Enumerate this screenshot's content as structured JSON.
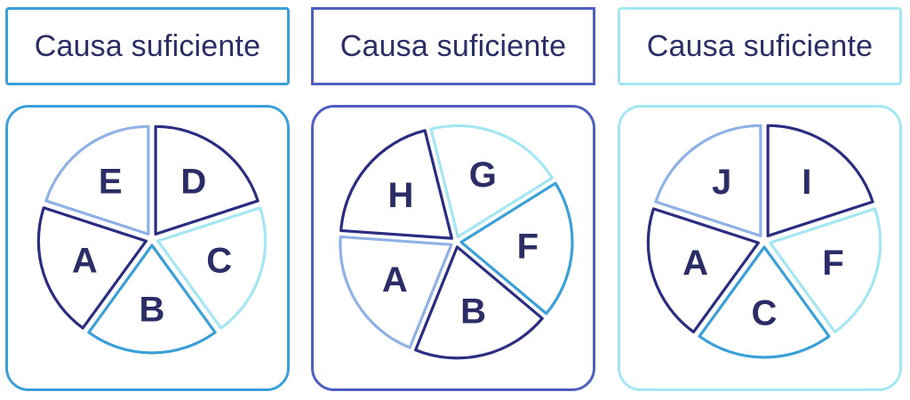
{
  "colors": {
    "text": "#2b2d66",
    "navy": "#2b2d80",
    "blue": "#3ca0d8",
    "light_blue": "#a4e6f2",
    "periwinkle": "#8fb1e6",
    "indigo": "#4f5fbf"
  },
  "panels": [
    {
      "title": "Causa suficiente",
      "border_color": "#3ca0d8",
      "slices": [
        {
          "label": "E",
          "color": "#8fb1e6"
        },
        {
          "label": "D",
          "color": "#2b2d80"
        },
        {
          "label": "C",
          "color": "#a4e6f2"
        },
        {
          "label": "B",
          "color": "#3ca0d8"
        },
        {
          "label": "A",
          "color": "#2b2d80"
        }
      ]
    },
    {
      "title": "Causa suficiente",
      "border_color": "#4f5fbf",
      "slices": [
        {
          "label": "H",
          "color": "#2b2d80"
        },
        {
          "label": "G",
          "color": "#a4e6f2"
        },
        {
          "label": "F",
          "color": "#3ca0d8"
        },
        {
          "label": "B",
          "color": "#2b2d80"
        },
        {
          "label": "A",
          "color": "#8fb1e6"
        }
      ]
    },
    {
      "title": "Causa suficiente",
      "border_color": "#a4e6f2",
      "slices": [
        {
          "label": "J",
          "color": "#8fb1e6"
        },
        {
          "label": "I",
          "color": "#2b2d80"
        },
        {
          "label": "F",
          "color": "#a4e6f2"
        },
        {
          "label": "C",
          "color": "#3ca0d8"
        },
        {
          "label": "A",
          "color": "#2b2d80"
        }
      ]
    }
  ]
}
